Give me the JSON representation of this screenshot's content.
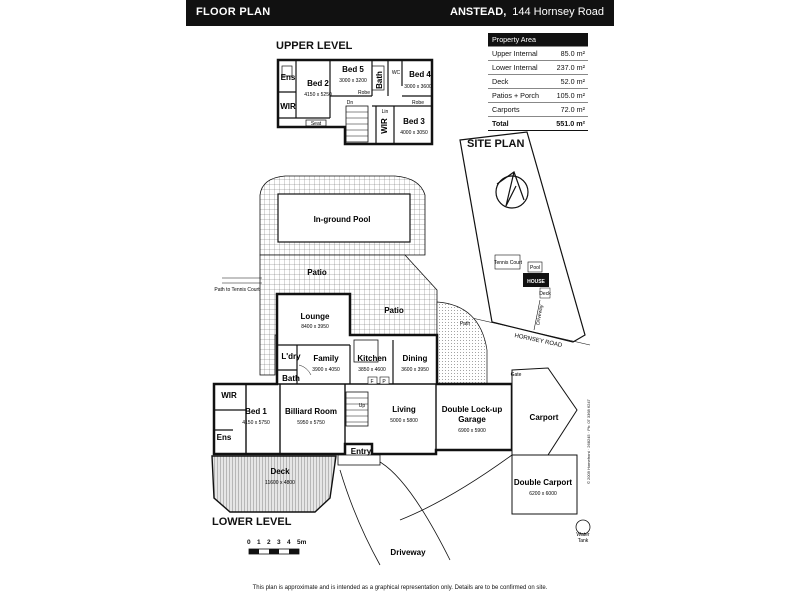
{
  "header": {
    "left_title": "FLOOR PLAN",
    "suburb": "ANSTEAD,",
    "address": "144 Hornsey Road"
  },
  "levels": {
    "upper": "UPPER LEVEL",
    "lower": "LOWER LEVEL",
    "site": "SITE PLAN"
  },
  "property_area": {
    "title": "Property Area",
    "rows": [
      {
        "label": "Upper Internal",
        "value": "85.0 m²"
      },
      {
        "label": "Lower Internal",
        "value": "237.0 m²"
      },
      {
        "label": "Deck",
        "value": "52.0 m²"
      },
      {
        "label": "Patios + Porch",
        "value": "105.0 m²"
      },
      {
        "label": "Carports",
        "value": "72.0 m²"
      }
    ],
    "total_label": "Total",
    "total_value": "551.0 m²"
  },
  "upper_rooms": {
    "ens": "Ens",
    "bed2": "Bed 2",
    "bed2_dim": "4150 x 5250",
    "wir": "WIR",
    "bed5": "Bed 5",
    "bed5_dim": "3000 x 3200",
    "robe": "Robe",
    "dn": "Dn",
    "bath": "Bath",
    "wc": "WC",
    "bed4": "Bed 4",
    "bed4_dim": "3000 x 3600",
    "robe2": "Robe",
    "lin": "Lin",
    "wir2": "WIR",
    "bed3": "Bed 3",
    "bed3_dim": "4000 x 3050",
    "seat": "Seat"
  },
  "lower_rooms": {
    "pool": "In-ground Pool",
    "patio_top": "Patio",
    "path_tennis": "Path to Tennis Court",
    "lounge": "Lounge",
    "lounge_dim": "8400 x 3950",
    "patio_right": "Patio",
    "path": "Path",
    "ldry": "L'dry",
    "family": "Family",
    "family_dim": "3900 x 4050",
    "kitchen": "Kitchen",
    "kitchen_dim": "3850 x 4600",
    "dining": "Dining",
    "dining_dim": "3600 x 3950",
    "bath": "Bath",
    "fridge": "F",
    "pantry": "P",
    "wir": "WIR",
    "bed1": "Bed 1",
    "bed1_dim": "4150 x 5750",
    "ens": "Ens",
    "billiard": "Billiard Room",
    "billiard_dim": "5950 x 5750",
    "up": "Up",
    "living": "Living",
    "living_dim": "5000 x 5800",
    "garage1": "Double Lock-up",
    "garage2": "Garage",
    "garage_dim": "6900 x 5900",
    "gate": "Gate",
    "carport": "Carport",
    "entry": "Entry",
    "deck": "Deck",
    "deck_dim": "11600 x 4800",
    "dcarport": "Double Carport",
    "dcarport_dim": "6200 x 6000",
    "water1": "Water",
    "water2": "Tank",
    "driveway": "Driveway"
  },
  "site": {
    "tennis": "Tennis Court",
    "pool": "Pool",
    "house": "HOUSE",
    "deck": "Deck",
    "driveway": "Driveway",
    "road": "HORNSEY ROAD"
  },
  "scale": {
    "ticks": [
      "0",
      "1",
      "2",
      "3",
      "4",
      "5m"
    ]
  },
  "disclaimer": "This plan is approximate and is intended as a graphical representation only.  Details are to be confirmed on site.",
  "side_credit": "© 2009 Homefront · 268245 · Ph: 07 3368 6247"
}
